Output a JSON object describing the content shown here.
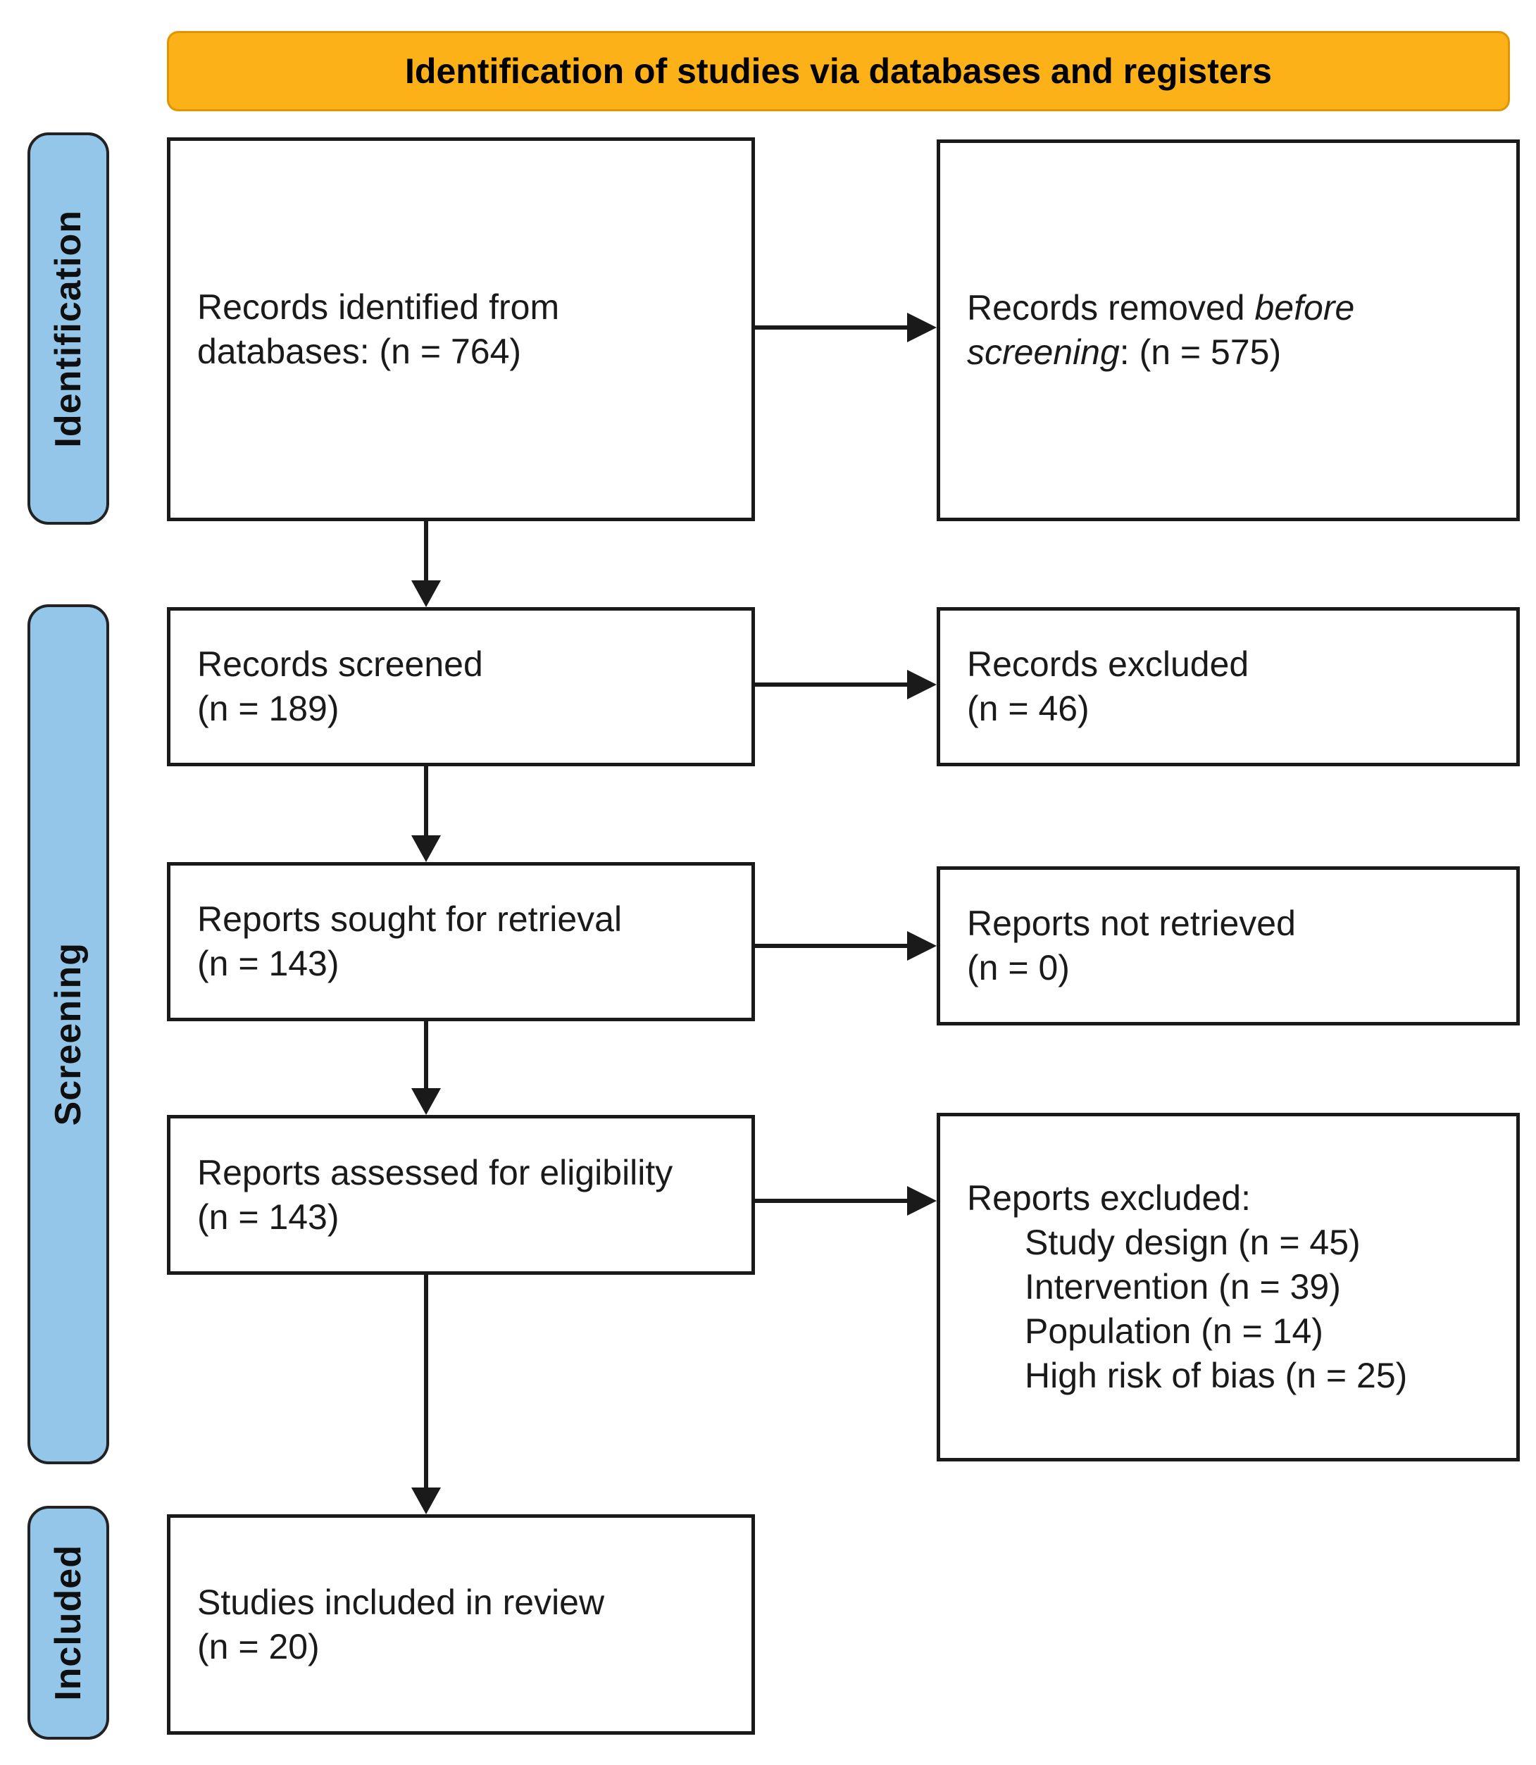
{
  "banner": {
    "title": "Identification of studies via databases and registers"
  },
  "colors": {
    "banner_fill": "#FBB117",
    "banner_border": "#E09600",
    "sidebar_fill": "#94C6E9",
    "line_color": "#1A1A1A"
  },
  "sidebar": {
    "identification": "Identification",
    "screening": "Screening",
    "included": "Included"
  },
  "flow": {
    "records_identified": {
      "line1": "Records identified from",
      "line2": "databases: (n = 764)"
    },
    "records_removed": {
      "l1_regular": "Records removed ",
      "l1_italic": "before",
      "l2_italic": "screening",
      "l2_regular": ": (n = 575)"
    },
    "records_screened": {
      "line1": "Records screened",
      "line2": "(n = 189)"
    },
    "records_excluded": {
      "line1": "Records excluded",
      "line2": "(n = 46)"
    },
    "reports_sought": {
      "line1": "Reports sought for retrieval",
      "line2": "(n = 143)"
    },
    "reports_not_retrieved": {
      "line1": "Reports not retrieved",
      "line2": "(n = 0)"
    },
    "reports_assessed": {
      "line1": "Reports assessed for eligibility",
      "line2": "(n = 143)"
    },
    "reports_excluded": {
      "header": "Reports excluded:",
      "reasons": [
        "Study design (n = 45)",
        "Intervention (n = 39)",
        "Population (n = 14)",
        "High risk of bias (n = 25)"
      ]
    },
    "studies_included": {
      "line1": "Studies included in review",
      "line2": "(n = 20)"
    }
  }
}
